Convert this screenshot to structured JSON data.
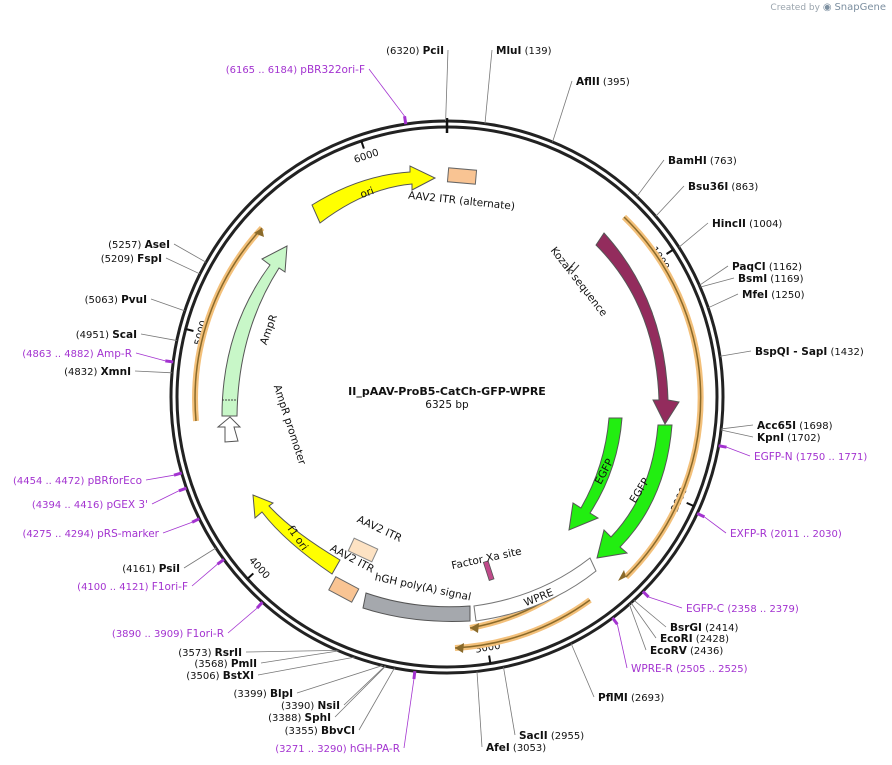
{
  "branding": {
    "created_by": "Created by",
    "app": "SnapGene"
  },
  "title": "II_pAAV-ProB5-CatCh-GFP-WPRE",
  "size_label": "6325 bp",
  "total_bp": 6325,
  "colors": {
    "backbone": "#222222",
    "primer": "#a333d0",
    "orf_outline": "#f3c07a",
    "ori": "#ffff00",
    "chr2": "#932c5d",
    "egfp": "#22ee11",
    "ampr": "#c8f7c8",
    "itr": "#f9c493",
    "polya": "#a5a8ad",
    "wpre": "#ffffff"
  },
  "ticks": [
    {
      "bp": 1000,
      "label": "1000"
    },
    {
      "bp": 2000,
      "label": "2000"
    },
    {
      "bp": 3000,
      "label": "3000"
    },
    {
      "bp": 4000,
      "label": "4000"
    },
    {
      "bp": 5000,
      "label": "5000"
    },
    {
      "bp": 6000,
      "label": "6000"
    }
  ],
  "enzymes": [
    {
      "name": "PciI",
      "pos": "(6320)",
      "bp": 6320
    },
    {
      "name": "MluI",
      "pos": "(139)",
      "bp": 139
    },
    {
      "name": "AflII",
      "pos": "(395)",
      "bp": 395
    },
    {
      "name": "BamHI",
      "pos": "(763)",
      "bp": 763
    },
    {
      "name": "Bsu36I",
      "pos": "(863)",
      "bp": 863
    },
    {
      "name": "HincII",
      "pos": "(1004)",
      "bp": 1004
    },
    {
      "name": "PaqCI",
      "pos": "(1162)",
      "bp": 1162
    },
    {
      "name": "BsmI",
      "pos": "(1169)",
      "bp": 1169
    },
    {
      "name": "MfeI",
      "pos": "(1250)",
      "bp": 1250
    },
    {
      "name": "BspQI - SapI",
      "pos": "(1432)",
      "bp": 1432
    },
    {
      "name": "Acc65I",
      "pos": "(1698)",
      "bp": 1698
    },
    {
      "name": "KpnI",
      "pos": "(1702)",
      "bp": 1702
    },
    {
      "name": "BsrGI",
      "pos": "(2414)",
      "bp": 2414
    },
    {
      "name": "EcoRI",
      "pos": "(2428)",
      "bp": 2428
    },
    {
      "name": "EcoRV",
      "pos": "(2436)",
      "bp": 2436
    },
    {
      "name": "PflMI",
      "pos": "(2693)",
      "bp": 2693
    },
    {
      "name": "SacII",
      "pos": "(2955)",
      "bp": 2955
    },
    {
      "name": "AfeI",
      "pos": "(3053)",
      "bp": 3053
    },
    {
      "name": "BbvCI",
      "pos": "(3355)",
      "bp": 3355
    },
    {
      "name": "SphI",
      "pos": "(3388)",
      "bp": 3388
    },
    {
      "name": "NsiI",
      "pos": "(3390)",
      "bp": 3390
    },
    {
      "name": "BlpI",
      "pos": "(3399)",
      "bp": 3399
    },
    {
      "name": "BstXI",
      "pos": "(3506)",
      "bp": 3506
    },
    {
      "name": "PmlI",
      "pos": "(3568)",
      "bp": 3568
    },
    {
      "name": "RsrII",
      "pos": "(3573)",
      "bp": 3573
    },
    {
      "name": "PsiI",
      "pos": "(4161)",
      "bp": 4161
    },
    {
      "name": "XmnI",
      "pos": "(4832)",
      "bp": 4832
    },
    {
      "name": "ScaI",
      "pos": "(4951)",
      "bp": 4951
    },
    {
      "name": "PvuI",
      "pos": "(5063)",
      "bp": 5063
    },
    {
      "name": "FspI",
      "pos": "(5209)",
      "bp": 5209
    },
    {
      "name": "AseI",
      "pos": "(5257)",
      "bp": 5257
    }
  ],
  "primers": [
    {
      "name": "pBR322ori-F",
      "range": "(6165 .. 6184)",
      "bp": 6174
    },
    {
      "name": "EGFP-N",
      "range": "(1750 .. 1771)",
      "bp": 1760
    },
    {
      "name": "EXFP-R",
      "range": "(2011 .. 2030)",
      "bp": 2020
    },
    {
      "name": "EGFP-C",
      "range": "(2358 .. 2379)",
      "bp": 2368
    },
    {
      "name": "WPRE-R",
      "range": "(2505 .. 2525)",
      "bp": 2515
    },
    {
      "name": "hGH-PA-R",
      "range": "(3271 .. 3290)",
      "bp": 3280
    },
    {
      "name": "F1ori-R",
      "range": "(3890 .. 3909)",
      "bp": 3900
    },
    {
      "name": "F1ori-F",
      "range": "(4100 .. 4121)",
      "bp": 4110
    },
    {
      "name": "pRS-marker",
      "range": "(4275 .. 4294)",
      "bp": 4284
    },
    {
      "name": "pGEX 3'",
      "range": "(4394 .. 4416)",
      "bp": 4405
    },
    {
      "name": "pBRforEco",
      "range": "(4454 .. 4472)",
      "bp": 4463
    },
    {
      "name": "Amp-R",
      "range": "(4863 .. 4882)",
      "bp": 4872
    }
  ],
  "features": {
    "ori": "ori",
    "itr_alt": "AAV2 ITR (alternate)",
    "kozak": "Kozak sequence",
    "chr2": "ChR2",
    "egfp1": "EGFP",
    "egfp2": "EGFP",
    "factor_xa": "Factor Xa site",
    "wpre": "WPRE",
    "hgh": "hGH poly(A) signal",
    "itr1": "AAV2 ITR",
    "itr2": "AAV2 ITR",
    "f1ori": "f1 ori",
    "ampr": "AmpR",
    "ampr_promoter": "AmpR promoter"
  }
}
